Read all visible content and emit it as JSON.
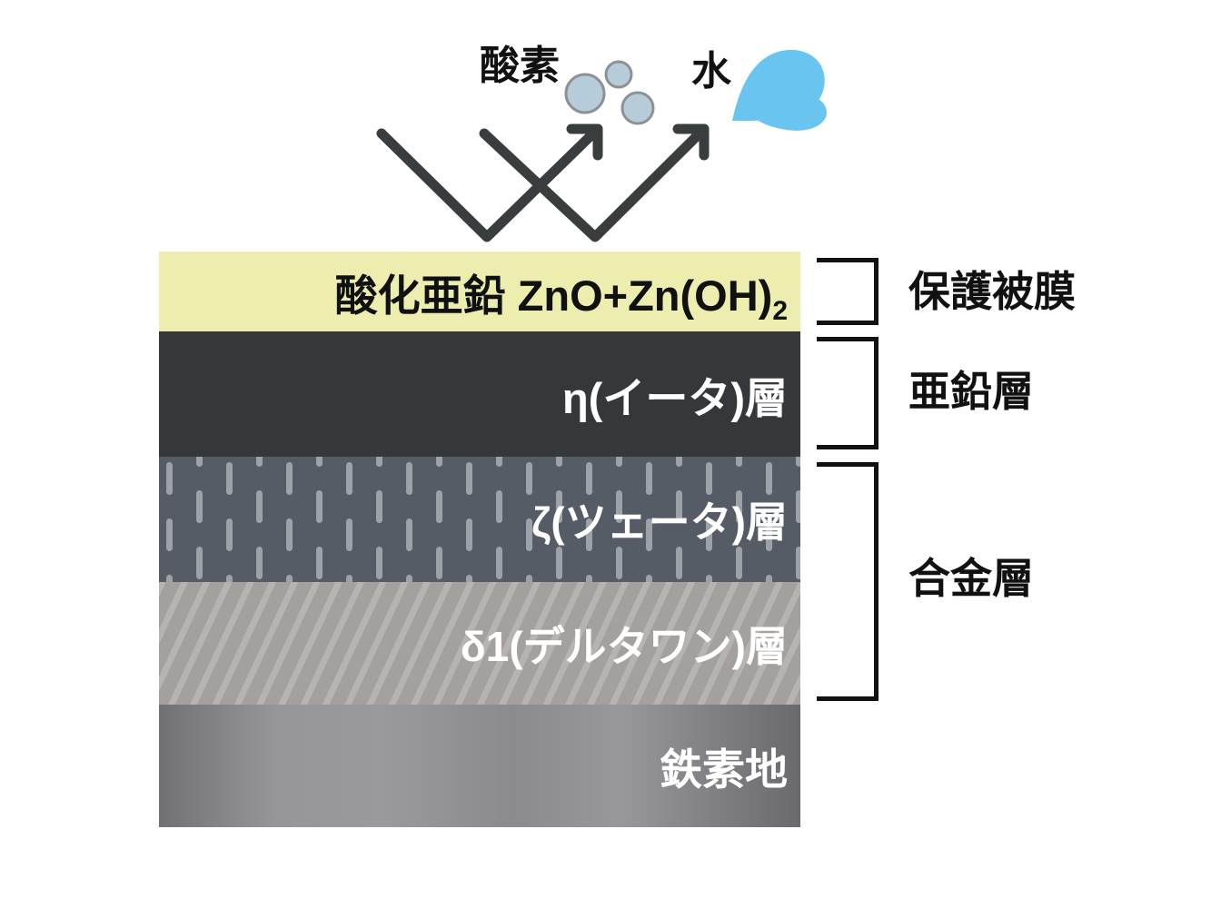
{
  "top": {
    "oxygen_label": "酸素",
    "water_label": "水"
  },
  "layers": [
    {
      "name": "zinc-oxide-protective-film",
      "label_main": "酸化亜鉛 ZnO+Zn(OH)",
      "label_sub": "2"
    },
    {
      "name": "eta-layer",
      "label": "η(イータ)層"
    },
    {
      "name": "zeta-layer",
      "label": "ζ(ツェータ)層"
    },
    {
      "name": "delta1-layer",
      "label": "δ1(デルタワン)層"
    },
    {
      "name": "iron-substrate",
      "label": "鉄素地"
    }
  ],
  "annotations": [
    {
      "label": "保護被膜"
    },
    {
      "label": "亜鉛層"
    },
    {
      "label": "合金層"
    }
  ],
  "colors": {
    "oxide-bg": "#EDEDB0",
    "eta-bg": "#34383A",
    "zeta-bg": "#565C66",
    "zeta-dash": "#9DA2A9",
    "delta-bg": "#A3A09E",
    "delta-stripe": "#B6B3B1",
    "iron-dark": "#6A6A6E",
    "iron-light": "#9A9A9D",
    "arrow": "#3A3D3E",
    "oxygen-fill": "#B6CCD9",
    "oxygen-stroke": "#8D9194",
    "water": "#69C4EF",
    "text-dark": "#111111"
  }
}
